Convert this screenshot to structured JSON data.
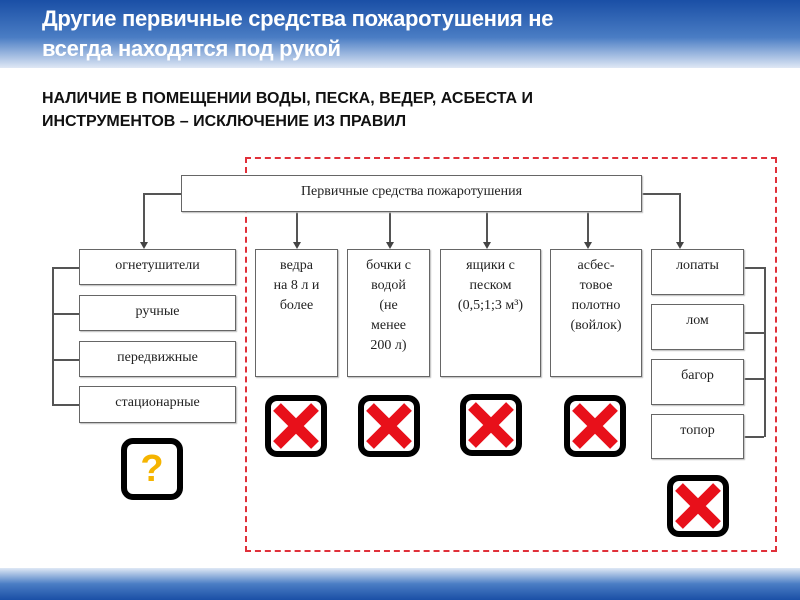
{
  "header": {
    "title_line1": "Другие первичные средства пожаротушения не",
    "title_line2": "всегда находятся под рукой"
  },
  "subtitle": {
    "line1": "НАЛИЧИЕ В ПОМЕЩЕНИИ ВОДЫ, ПЕСКА, ВЕДЕР, АСБЕСТА И",
    "line2": "ИНСТРУМЕНТОВ – ИСКЛЮЧЕНИЕ ИЗ ПРАВИЛ"
  },
  "diagram": {
    "root": "Первичные средства пожаротушения",
    "extinguishers": [
      "огнетушители",
      "ручные",
      "передвижные",
      "стационарные"
    ],
    "middle": [
      {
        "l1": "ведра",
        "l2": "на 8 л и",
        "l3": "более"
      },
      {
        "l1": "бочки с",
        "l2": "водой",
        "l3": "(не",
        "l4": "менее",
        "l5": "200 л)"
      },
      {
        "l1": "ящики с",
        "l2": "песком",
        "l3": "(0,5;1;3 м³)"
      },
      {
        "l1": "асбес-",
        "l2": "товое",
        "l3": "полотно",
        "l4": "(войлок)"
      }
    ],
    "tools": [
      "лопаты",
      "лом",
      "багор",
      "топор"
    ],
    "question_mark": "?"
  },
  "colors": {
    "cross": "#e8101a",
    "dash": "#e0303a",
    "question": "#f5b400"
  }
}
